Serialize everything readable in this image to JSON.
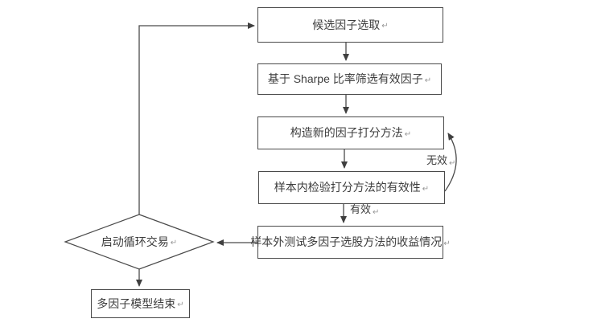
{
  "diagram": {
    "type": "flowchart",
    "background": "#ffffff",
    "line_color": "#4a4a4a",
    "text_color": "#3d3d3d",
    "paragraph_mark": "↵",
    "nodes": [
      {
        "id": "candidate-factor-selection",
        "shape": "rect",
        "label": "候选因子选取"
      },
      {
        "id": "sharpe-ratio-filter",
        "shape": "rect",
        "label": "基于 Sharpe 比率筛选有效因子"
      },
      {
        "id": "construct-scoring-method",
        "shape": "rect",
        "label": "构造新的因子打分方法"
      },
      {
        "id": "in-sample-validity-test",
        "shape": "rect",
        "label": "样本内检验打分方法的有效性"
      },
      {
        "id": "out-of-sample-return-test",
        "shape": "rect",
        "label": "样本外测试多因子选股方法的收益情况"
      },
      {
        "id": "start-loop-trading",
        "shape": "diamond",
        "label": "启动循环交易"
      },
      {
        "id": "multifactor-model-end",
        "shape": "rect",
        "label": "多因子模型结束"
      }
    ],
    "edges": [
      {
        "from": "candidate-factor-selection",
        "to": "sharpe-ratio-filter",
        "label": ""
      },
      {
        "from": "sharpe-ratio-filter",
        "to": "construct-scoring-method",
        "label": ""
      },
      {
        "from": "construct-scoring-method",
        "to": "in-sample-validity-test",
        "label": ""
      },
      {
        "from": "in-sample-validity-test",
        "to": "out-of-sample-return-test",
        "label": "有效"
      },
      {
        "from": "in-sample-validity-test",
        "to": "construct-scoring-method",
        "label": "无效"
      },
      {
        "from": "out-of-sample-return-test",
        "to": "start-loop-trading",
        "label": ""
      },
      {
        "from": "start-loop-trading",
        "to": "multifactor-model-end",
        "label": ""
      },
      {
        "from": "start-loop-trading",
        "to": "candidate-factor-selection",
        "label": ""
      }
    ]
  }
}
